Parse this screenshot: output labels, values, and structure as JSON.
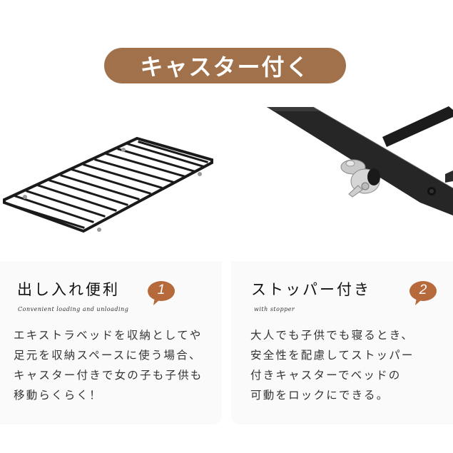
{
  "title": {
    "label": "キャスター付く",
    "color": "#a0714a"
  },
  "accent_color": "#b66a3c",
  "features": [
    {
      "heading": "出し入れ便利",
      "number": "1",
      "subtitle": "Convenient loading and unloading",
      "body": "エキストラベッドを収納としてや\n足元を収納スペースに使う場合、\nキャスター付きで女の子も子供も\n移動らくらく！",
      "image": "trundle-bed-frame-photo"
    },
    {
      "heading": "ストッパー付き",
      "number": "2",
      "subtitle": "with stopper",
      "body": "大人でも子供でも寝るとき、\n安全性を配慮してストッパー\n付きキャスターでベッドの\n可動をロックにできる。",
      "image": "caster-stopper-closeup-photo"
    }
  ]
}
